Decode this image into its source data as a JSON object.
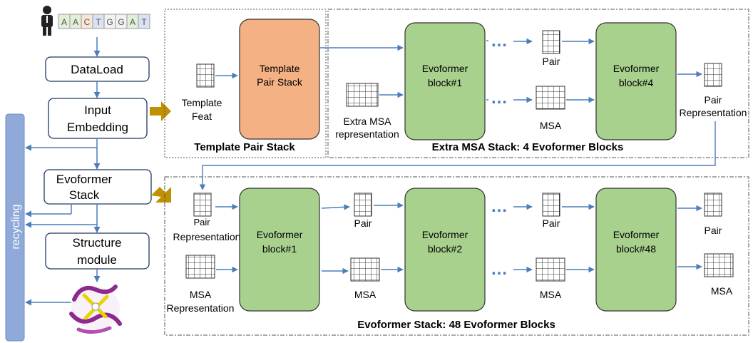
{
  "dna": {
    "letters": [
      "A",
      "A",
      "C",
      "T",
      "G",
      "G",
      "A",
      "T"
    ]
  },
  "colors": {
    "node_fill": "#a9d18e",
    "node_stroke": "#333333",
    "template_fill": "#f4b183",
    "recycle_fill": "#8fa9d9",
    "arrow": "#4a7ebb",
    "gold": "#bf9000",
    "seq_a": "#e2f0d9",
    "seq_c": "#fbe5d6",
    "seq_t": "#dae3f3",
    "seq_g": "#f2f2f2"
  },
  "pipeline": {
    "dataload": "DataLoad",
    "input_embedding": [
      "Input",
      "Embedding"
    ],
    "evoformer_stack": [
      "Evoformer",
      "Stack"
    ],
    "structure_module": [
      "Structure",
      "module"
    ],
    "recycling": "recycling"
  },
  "template_section": {
    "feat_label": [
      "Template",
      "Feat"
    ],
    "block_label": [
      "Template",
      "Pair Stack"
    ],
    "title": "Template Pair Stack"
  },
  "extra_msa_section": {
    "extra_msa_label": [
      "Extra MSA",
      "representation"
    ],
    "block1": [
      "Evoformer",
      "block#1"
    ],
    "block4": [
      "Evoformer",
      "block#4"
    ],
    "pair": "Pair",
    "msa": "MSA",
    "pair_rep": [
      "Pair",
      "Representation"
    ],
    "title": "Extra MSA Stack: 4 Evoformer Blocks"
  },
  "main_section": {
    "pair_rep": [
      "Pair",
      "Representation"
    ],
    "msa_rep": [
      "MSA",
      "Representation"
    ],
    "block1": [
      "Evoformer",
      "block#1"
    ],
    "block2": [
      "Evoformer",
      "block#2"
    ],
    "block48": [
      "Evoformer",
      "block#48"
    ],
    "pair": "Pair",
    "msa": "MSA",
    "title": "Evoformer Stack: 48 Evoformer Blocks"
  },
  "ellipsis": "…"
}
